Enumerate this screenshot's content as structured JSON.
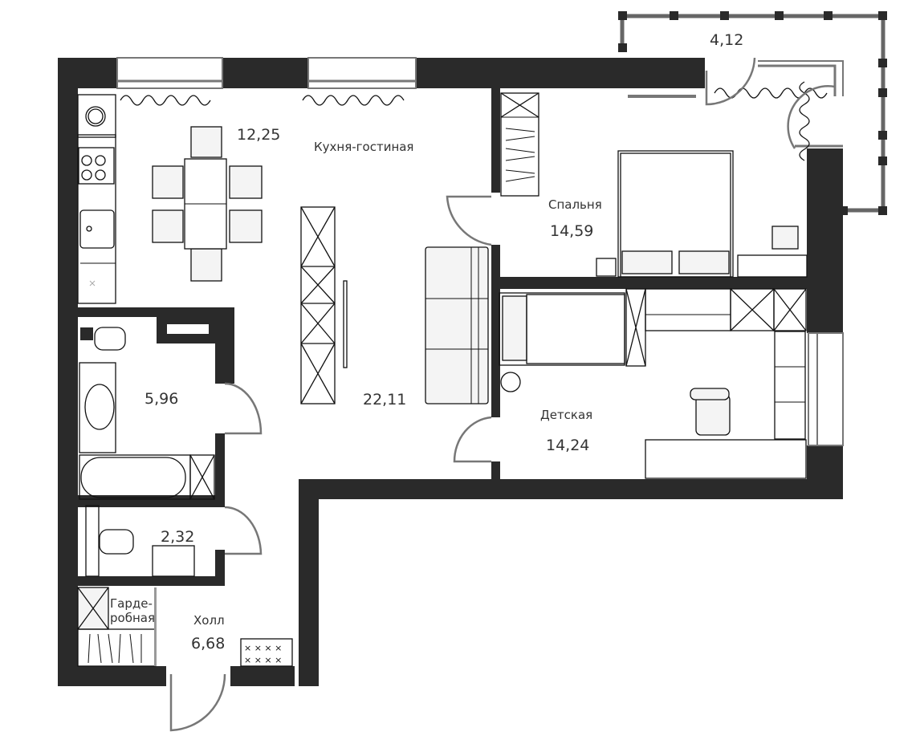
{
  "rooms": {
    "kitchen_living": {
      "name": "Кухня-гостиная",
      "area_kitchen": "12,25",
      "area_living": "22,11"
    },
    "bedroom": {
      "name": "Спальня",
      "area": "14,59"
    },
    "kids": {
      "name": "Детская",
      "area": "14,24"
    },
    "balcony": {
      "area": "4,12"
    },
    "bathroom": {
      "area": "5,96"
    },
    "wc": {
      "area": "2,32"
    },
    "wardrobe": {
      "name_line1": "Гарде-",
      "name_line2": "робная"
    },
    "hall": {
      "name": "Холл",
      "area": "6,68"
    }
  },
  "colors": {
    "wall": "#2a2a2a",
    "furniture_fill": "#f4f4f4",
    "door": "#777777"
  }
}
